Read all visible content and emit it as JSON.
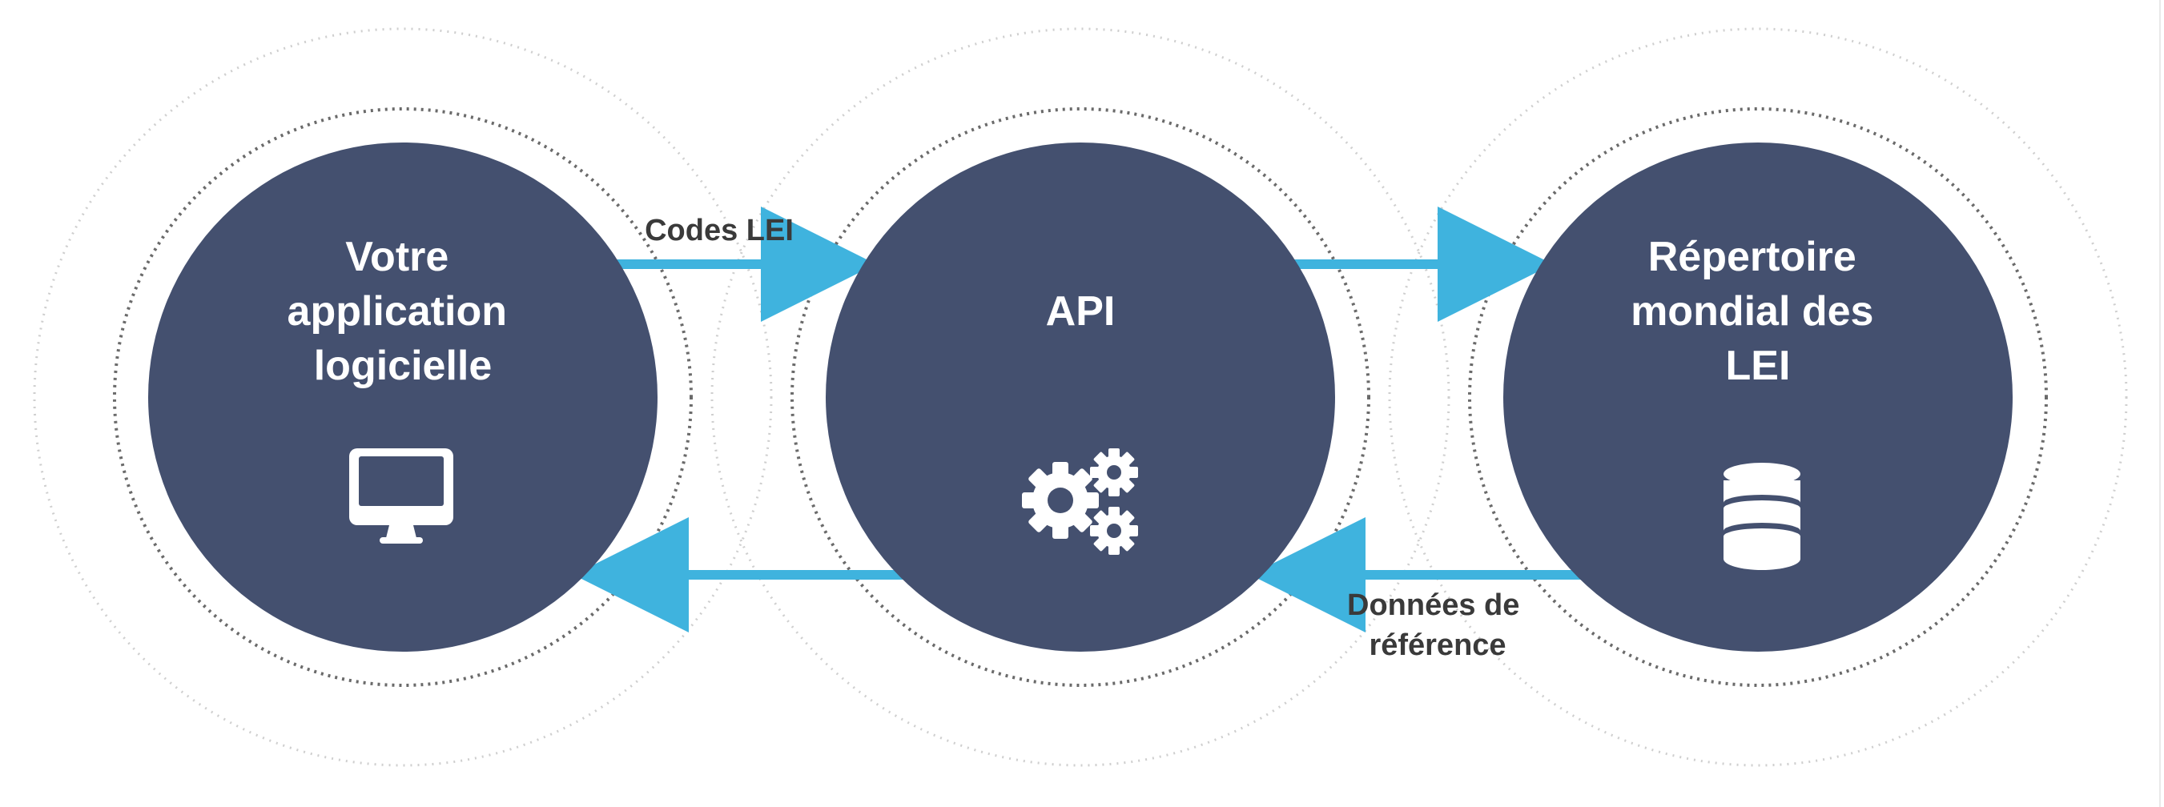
{
  "diagram": {
    "nodes": [
      {
        "id": "software",
        "title_lines": [
          "Votre",
          "application",
          "logicielle"
        ],
        "icon": "monitor-icon"
      },
      {
        "id": "api",
        "title_lines": [
          "API"
        ],
        "icon": "gears-icon"
      },
      {
        "id": "repository",
        "title_lines": [
          "Répertoire",
          "mondial des",
          "LEI"
        ],
        "icon": "database-icon"
      }
    ],
    "edges": [
      {
        "from": "software",
        "to": "api",
        "label_lines": [
          "Codes LEI"
        ]
      },
      {
        "from": "api",
        "to": "repository",
        "label_lines": []
      },
      {
        "from": "repository",
        "to": "api",
        "label_lines": [
          "Données de",
          "référence"
        ]
      },
      {
        "from": "api",
        "to": "software",
        "label_lines": []
      }
    ],
    "colors": {
      "node_fill": "#44506f",
      "arrow": "#3fb3de",
      "label_text": "#3a3a3a",
      "node_text": "#ffffff",
      "ring_dark": "#6a6a6a",
      "ring_light": "#cfcfcf"
    }
  }
}
